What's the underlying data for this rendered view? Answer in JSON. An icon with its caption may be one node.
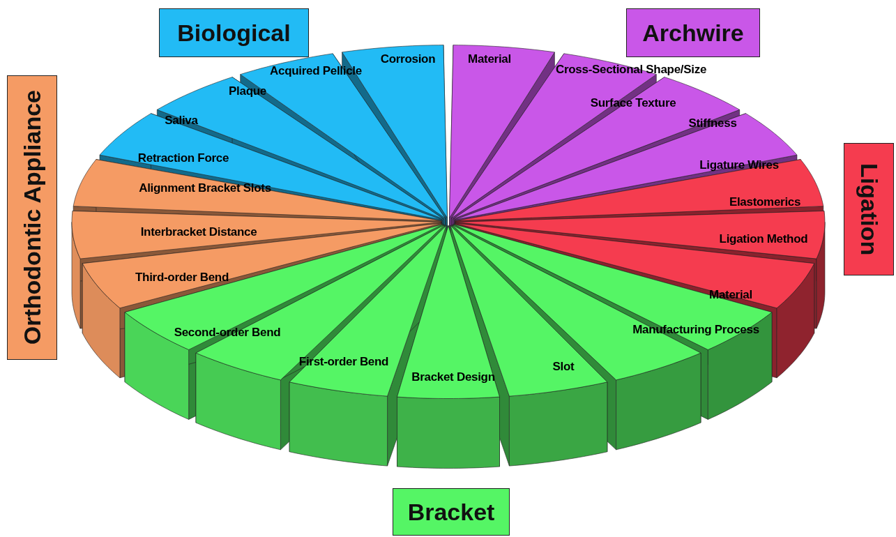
{
  "diagram": {
    "nodes": [
      {
        "text": [
          "Biological"
        ]
      },
      {
        "text": [
          "Archwire"
        ]
      },
      {
        "text": [
          "Orthodontic Appliance"
        ]
      },
      {
        "text": [
          "Ligation"
        ]
      },
      {
        "text": [
          "Bracket"
        ]
      },
      {
        "text": [
          "Material"
        ]
      },
      {
        "text": [
          "Cross-Sectional Shape/Size"
        ]
      },
      {
        "text": [
          "Surface Texture"
        ]
      },
      {
        "text": [
          "Stiffness"
        ]
      },
      {
        "text": [
          "Ligature Wires"
        ]
      },
      {
        "text": [
          "Elastomerics"
        ]
      },
      {
        "text": [
          "Ligation Method"
        ]
      },
      {
        "text": [
          "Material"
        ]
      },
      {
        "text": [
          "Manufacturing Process"
        ]
      },
      {
        "text": [
          "Slot"
        ]
      },
      {
        "text": [
          "Bracket Design"
        ]
      },
      {
        "text": [
          "First-order Bend"
        ]
      },
      {
        "text": [
          "Second-order Bend"
        ]
      },
      {
        "text": [
          "Third-order Bend"
        ]
      },
      {
        "text": [
          "Interbracket Distance"
        ]
      },
      {
        "text": [
          "Alignment Bracket Slots"
        ]
      },
      {
        "text": [
          "Retraction Force"
        ]
      },
      {
        "text": [
          "Saliva"
        ]
      },
      {
        "text": [
          "Plaque"
        ]
      },
      {
        "text": [
          "Acquired Pellicle"
        ]
      },
      {
        "text": [
          "Corrosion"
        ]
      }
    ]
  }
}
